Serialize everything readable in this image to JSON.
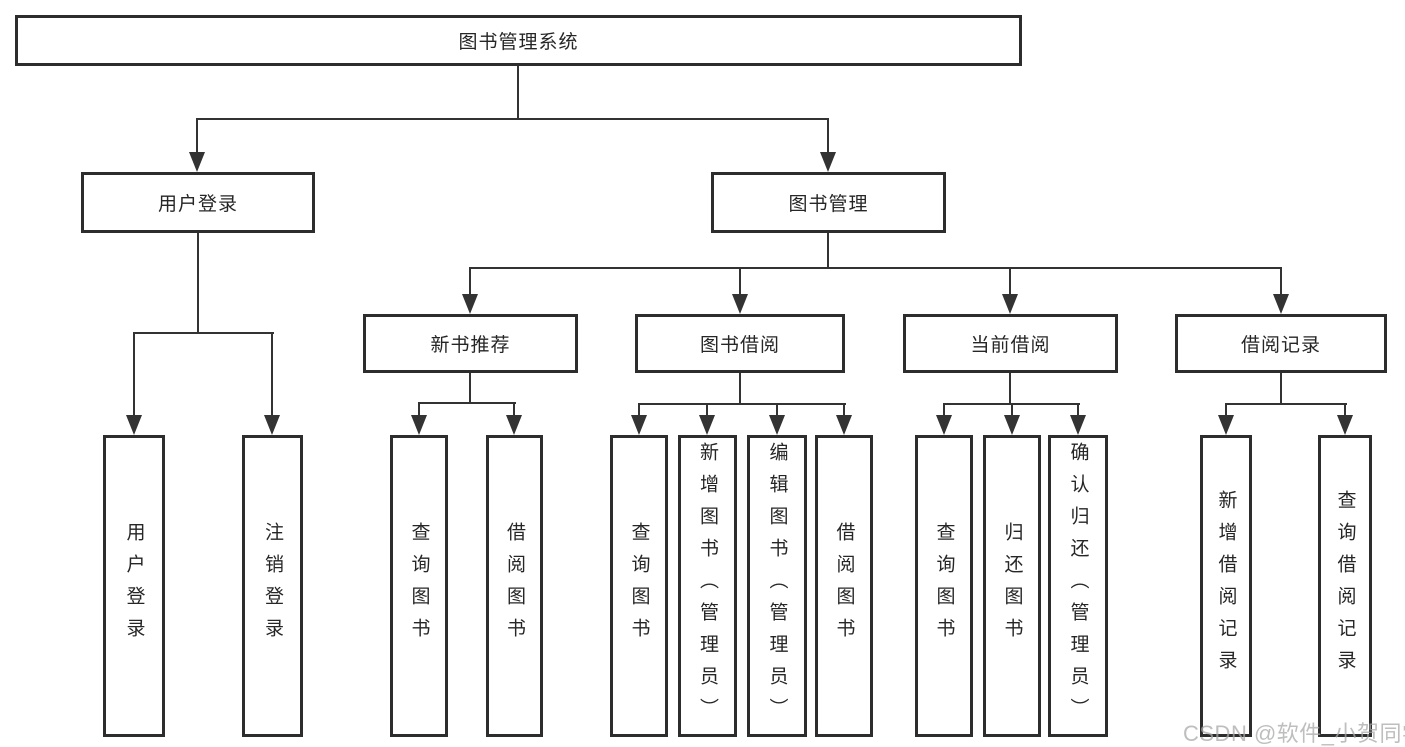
{
  "diagram_title": "图书管理系统",
  "colors": {
    "background": "#ffffff",
    "box_border": "#2d2d2d",
    "connector_line": "#333333",
    "text": "#262626",
    "watermark": "#a8a8a8"
  },
  "nodes": {
    "root": {
      "label": "图书管理系统"
    },
    "level2": [
      {
        "label": "用户登录",
        "parent": "图书管理系统"
      },
      {
        "label": "图书管理",
        "parent": "图书管理系统"
      }
    ],
    "level3": [
      {
        "label": "新书推荐",
        "parent": "图书管理"
      },
      {
        "label": "图书借阅",
        "parent": "图书管理"
      },
      {
        "label": "当前借阅",
        "parent": "图书管理"
      },
      {
        "label": "借阅记录",
        "parent": "图书管理"
      }
    ],
    "leaves": [
      {
        "label": "用户登录",
        "parent": "用户登录"
      },
      {
        "label": "注销登录",
        "parent": "用户登录"
      },
      {
        "label": "查询图书",
        "parent": "新书推荐"
      },
      {
        "label": "借阅图书",
        "parent": "新书推荐"
      },
      {
        "label": "查询图书",
        "parent": "图书借阅"
      },
      {
        "label": "新增图书（管理员）",
        "parent": "图书借阅"
      },
      {
        "label": "编辑图书（管理员）",
        "parent": "图书借阅"
      },
      {
        "label": "借阅图书",
        "parent": "图书借阅"
      },
      {
        "label": "查询图书",
        "parent": "当前借阅"
      },
      {
        "label": "归还图书",
        "parent": "当前借阅"
      },
      {
        "label": "确认归还（管理员）",
        "parent": "当前借阅"
      },
      {
        "label": "新增借阅记录",
        "parent": "借阅记录"
      },
      {
        "label": "查询借阅记录",
        "parent": "借阅记录"
      }
    ]
  },
  "watermark": {
    "text": "CSDN @软件_小贺同学"
  }
}
